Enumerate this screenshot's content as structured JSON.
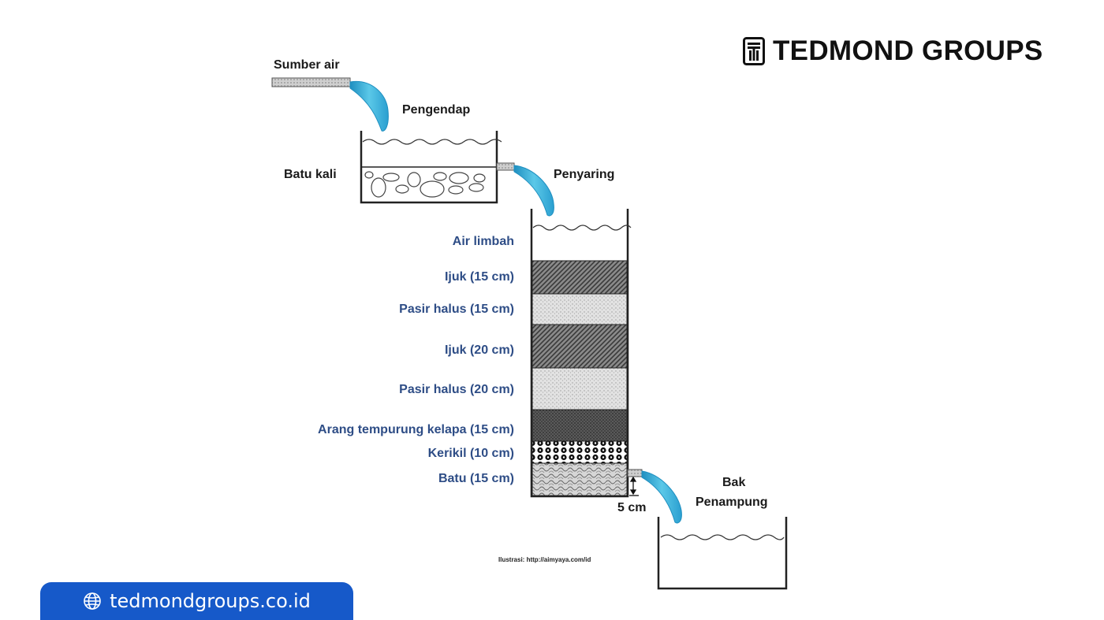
{
  "brand": {
    "name": "TEDMOND GROUPS",
    "logo_icon": "tedmond-logo-icon"
  },
  "footer": {
    "url": "tedmondgroups.co.id",
    "icon": "globe-icon",
    "bg_color": "#1659c9"
  },
  "diagram": {
    "source_label": "Sumber air",
    "settler_label": "Pengendap",
    "settler_stone_label": "Batu kali",
    "filter_label": "Penyaring",
    "layers": [
      "Air  limbah",
      "Ijuk (15 cm)",
      "Pasir  halus (15 cm)",
      "Ijuk (20 cm)",
      "Pasir  halus (20 cm)",
      "Arang tempurung kelapa (15 cm)",
      "Kerikil (10 cm)",
      "Batu (15 cm)"
    ],
    "outlet_gap_label": "5 cm",
    "tank_label_line1": "Bak",
    "tank_label_line2": "Penampung",
    "credit": "Ilustrasi: http://aimyaya.com/id",
    "colors": {
      "water": "#5bc8e8",
      "water_dark": "#1f8fc0",
      "layer_text": "#2e4d86",
      "label_text": "#1a1a1a"
    }
  }
}
